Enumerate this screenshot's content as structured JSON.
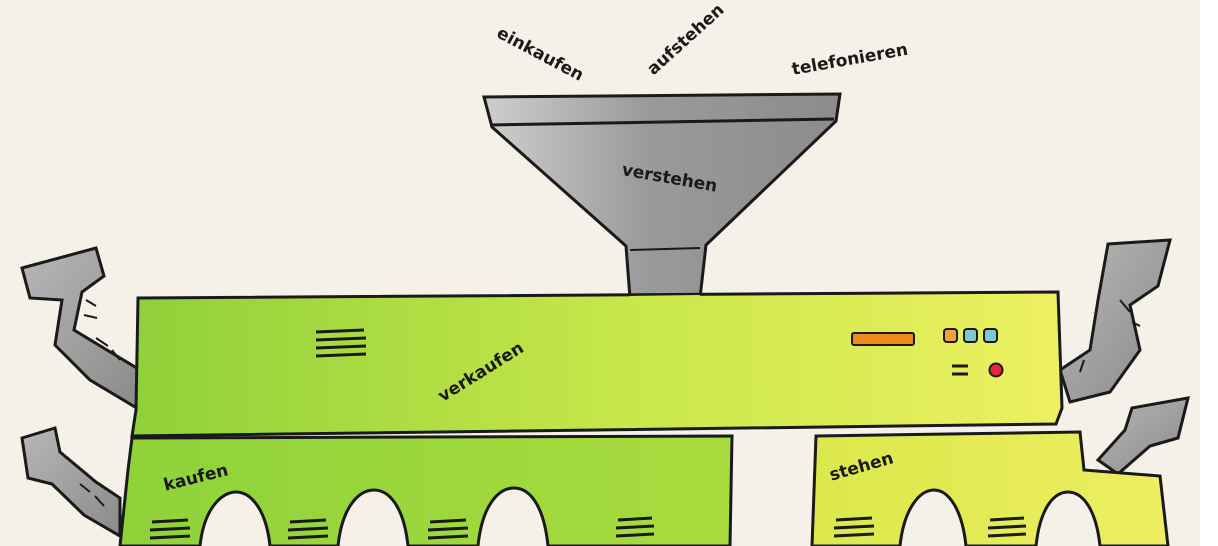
{
  "words": {
    "einkaufen": "einkaufen",
    "aufstehen": "aufstehen",
    "telefonieren": "telefonieren",
    "verstehen": "verstehen",
    "verkaufen": "verkaufen",
    "kaufen": "kaufen",
    "stehen": "stehen"
  },
  "colors": {
    "background": "#f5f1e8",
    "machine_green": "#9bd43a",
    "machine_yellow": "#e6ec4a",
    "funnel_gray": "#a9a9a9",
    "outline": "#1a1a1a",
    "display_orange": "#f08a1c",
    "led_red": "#e8253a"
  }
}
